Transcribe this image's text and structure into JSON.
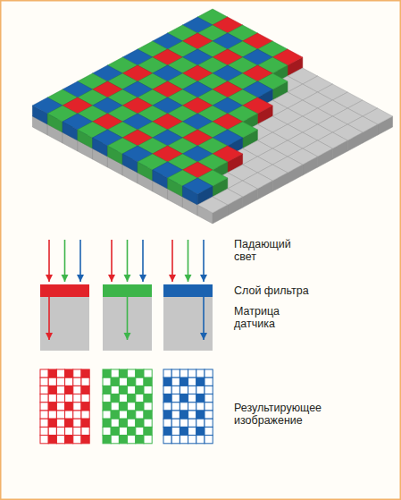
{
  "diagram": {
    "labels": [
      "Падающий свет",
      "Слой фильтра",
      "Матрица датчика",
      "Результирующее изображение"
    ]
  }
}
